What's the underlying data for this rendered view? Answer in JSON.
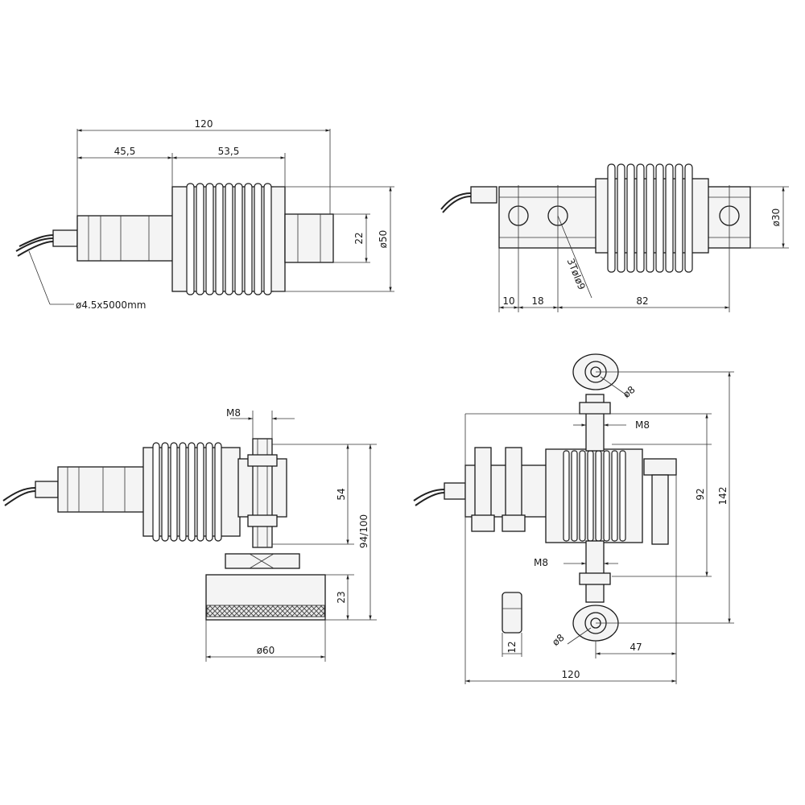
{
  "views": {
    "top_left": {
      "dim_total_length": "120",
      "dim_left": "45,5",
      "dim_middle": "53,5",
      "dim_inner_dia": "22",
      "dim_outer_dia": "ø50",
      "cable_label": "ø4.5x5000mm"
    },
    "top_right": {
      "dim_height": "ø30",
      "dim_a": "10",
      "dim_b": "18",
      "dim_c": "82",
      "hole_label": "3Tølø9"
    },
    "bottom_left": {
      "dim_thread": "M8",
      "dim_54": "54",
      "dim_94_100": "94/100",
      "dim_23": "23",
      "dim_base": "ø60"
    },
    "bottom_right": {
      "dim_eye_top": "ø8",
      "dim_thread_top": "M8",
      "dim_92": "92",
      "dim_142": "142",
      "dim_thread_bottom": "M8",
      "dim_eye_bottom": "ø8",
      "dim_47": "47",
      "dim_12": "12",
      "dim_120": "120"
    }
  }
}
